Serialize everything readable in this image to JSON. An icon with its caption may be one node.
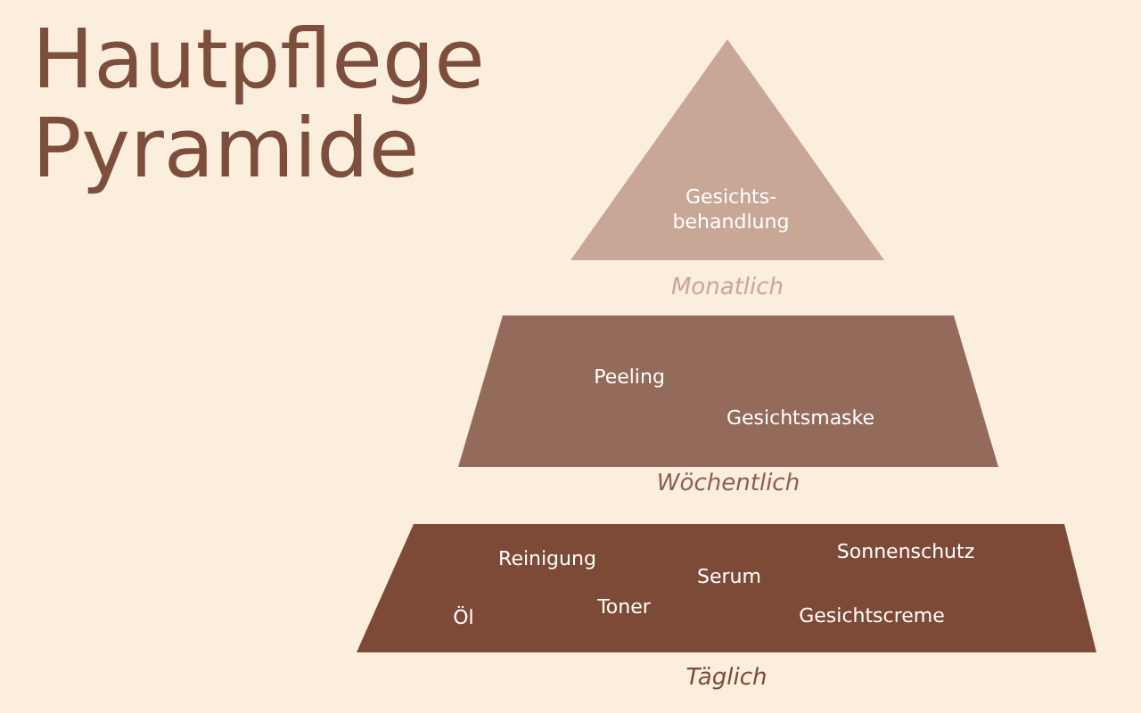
{
  "diagram": {
    "title": "Hautpflege Pyramide",
    "nodes": [
      {
        "text": [
          "Gesichts-behandlung"
        ],
        "beside": [
          "Monatlich"
        ]
      },
      {
        "text": [
          "Peeling",
          "Gesichtsmaske"
        ],
        "beside": [
          "Wöchentlich"
        ]
      },
      {
        "text": [
          "Reinigung",
          "Sonnenschutz",
          "Serum",
          "Öl",
          "Toner",
          "Gesichtscreme"
        ],
        "beside": [
          "Täglich"
        ]
      }
    ]
  }
}
